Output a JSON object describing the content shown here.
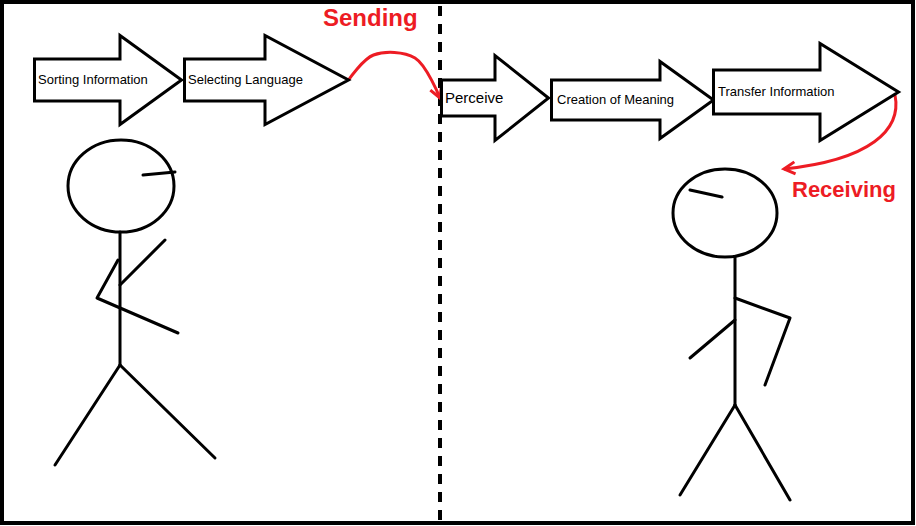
{
  "diagram": {
    "nodes": [
      {
        "text": [
          "Sorting Information"
        ]
      },
      {
        "text": [
          "Selecting Language"
        ]
      },
      {
        "text": [
          "Perceive"
        ]
      },
      {
        "text": [
          "Creation of Meaning"
        ]
      },
      {
        "text": [
          "Transfer Information"
        ]
      }
    ],
    "edges": [
      {
        "from": 1,
        "to": 2,
        "arrow": "to",
        "label": "Sending"
      }
    ],
    "labels": [
      "Receiving"
    ]
  }
}
